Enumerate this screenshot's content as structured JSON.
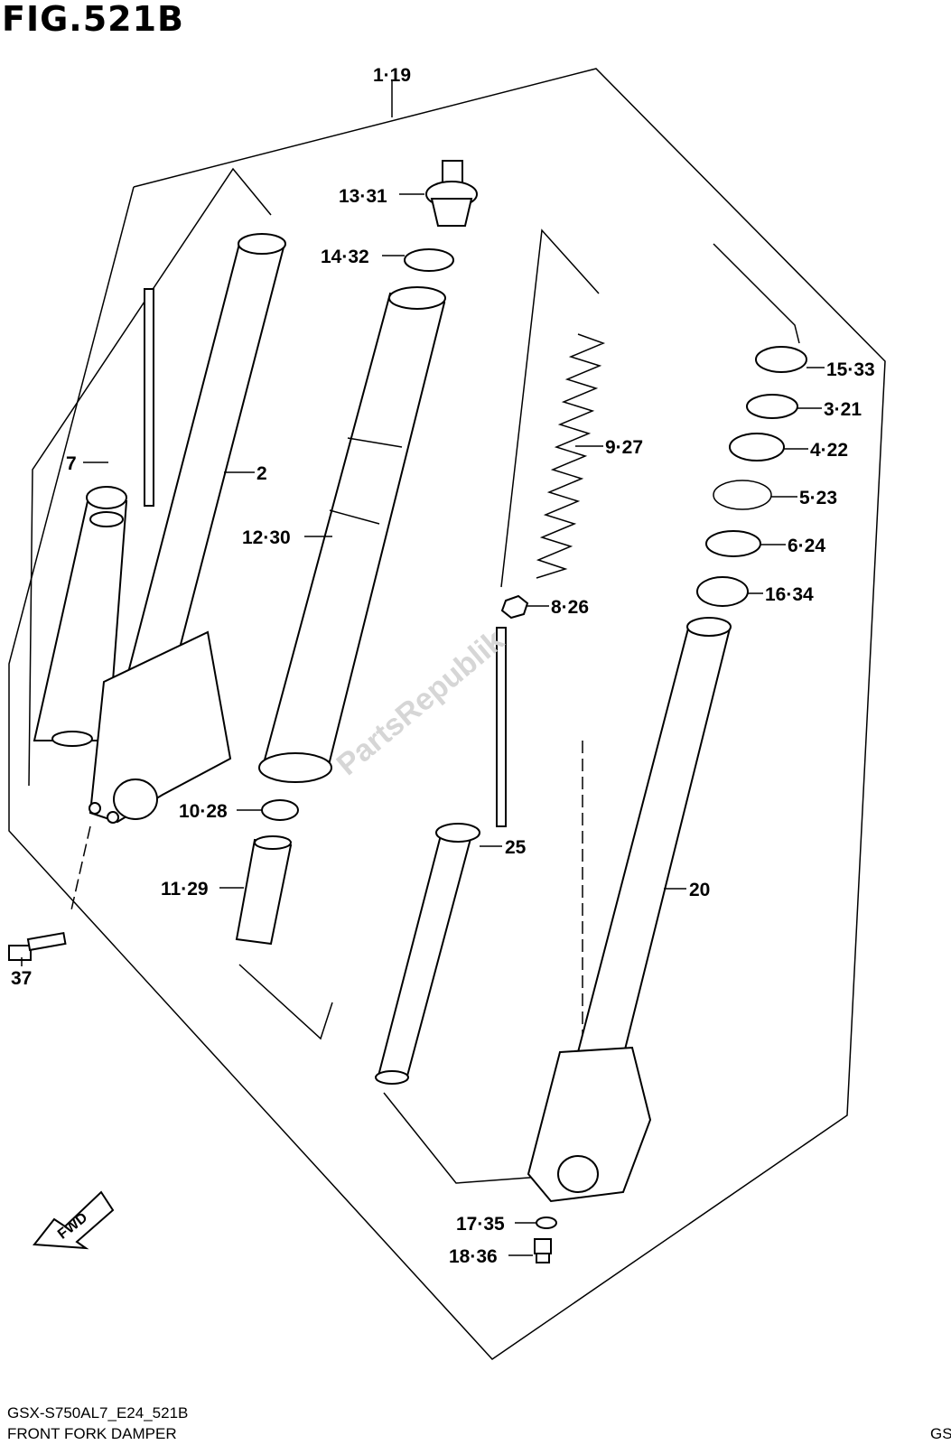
{
  "title": "FIG.521B",
  "footer": {
    "code": "GSX-S750AL7_E24_521B",
    "caption": "FRONT FORK DAMPER",
    "corner": "GS"
  },
  "watermark": "PartsRepublik",
  "direction_label": "FWD",
  "callouts": {
    "c1_19": "1·19",
    "c13_31": "13·31",
    "c14_32": "14·32",
    "c7": "7",
    "c2": "2",
    "c12_30": "12·30",
    "c9_27": "9·27",
    "c15_33": "15·33",
    "c3_21": "3·21",
    "c4_22": "4·22",
    "c5_23": "5·23",
    "c6_24": "6·24",
    "c16_34": "16·34",
    "c8_26": "8·26",
    "c10_28": "10·28",
    "c11_29": "11·29",
    "c25": "25",
    "c20": "20",
    "c37": "37",
    "c17_35": "17·35",
    "c18_36": "18·36"
  }
}
